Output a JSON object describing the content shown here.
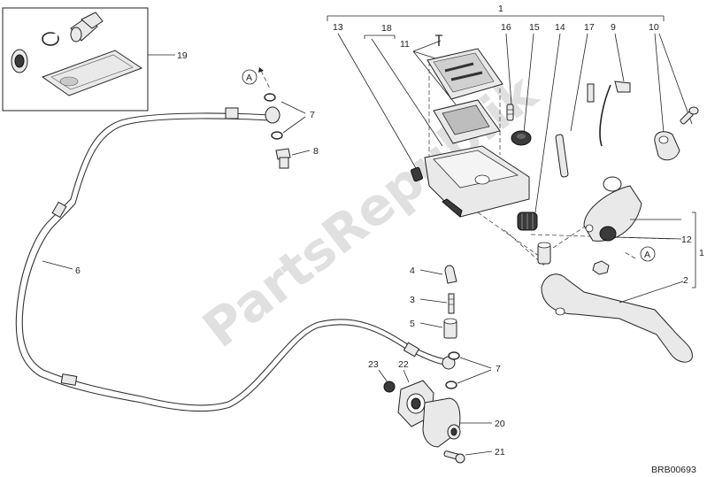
{
  "diagram": {
    "watermark": "PartsRepublik",
    "drawing_code": "BRB00693",
    "callouts": {
      "c1_top": "1",
      "c1_right": "1",
      "c2": "2",
      "c3": "3",
      "c4": "4",
      "c5": "5",
      "c6": "6",
      "c7_upper": "7",
      "c7_lower": "7",
      "c8": "8",
      "c9": "9",
      "c10": "10",
      "c11": "11",
      "c12": "12",
      "c13": "13",
      "c14": "14",
      "c15": "15",
      "c16": "16",
      "c17": "17",
      "c18": "18",
      "c19": "19",
      "c20": "20",
      "c21": "21",
      "c22": "22",
      "c23": "23"
    },
    "marker_a_left": "A",
    "marker_a_right": "A"
  }
}
